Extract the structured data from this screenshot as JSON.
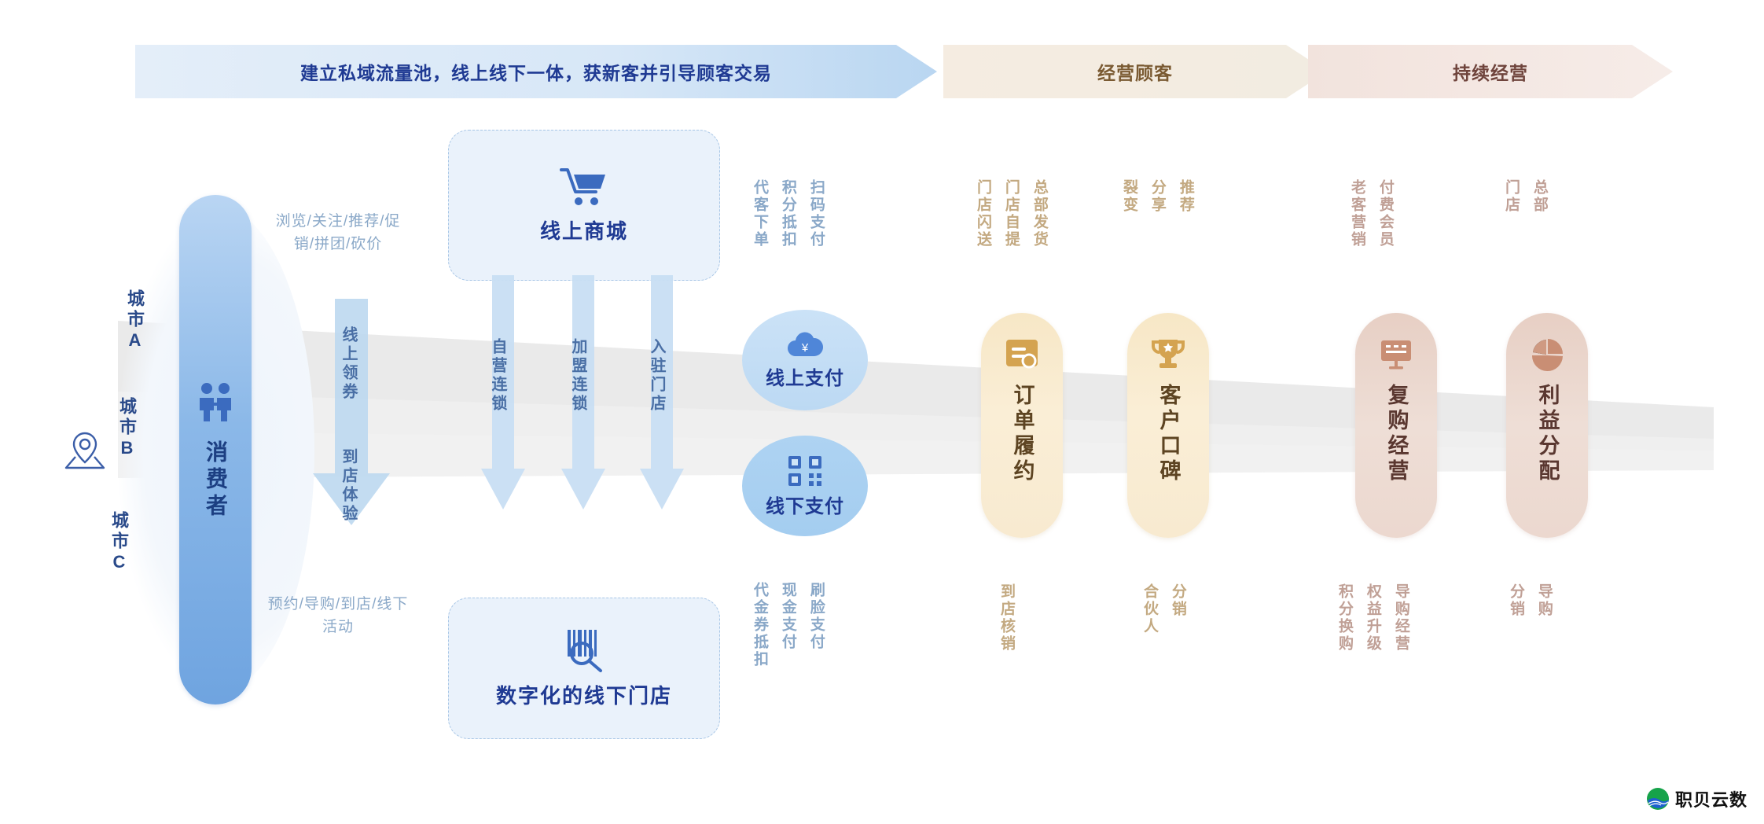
{
  "banners": [
    {
      "label": "建立私域流量池，线上线下一体，获新客并引导顾客交易",
      "color": "#1f3a93"
    },
    {
      "label": "经营顾客",
      "color": "#7a5a32"
    },
    {
      "label": "持续经营",
      "color": "#6f443c"
    }
  ],
  "left": {
    "pin_icon": "map-pin-icon",
    "cities": [
      "城市A",
      "城市B",
      "城市C"
    ],
    "consumer": {
      "icon": "two-people-icon",
      "label": "消费者"
    }
  },
  "connectors": {
    "top_path": "浏览/关注/推荐/促销/拼团/砍价",
    "bottom_path": "预约/导购/到店/线下活动",
    "arrow_top_label": "线上领券",
    "arrow_bottom_label": "到店体验"
  },
  "cards": {
    "mall": {
      "icon": "shopping-cart-icon",
      "title": "线上商城"
    },
    "store": {
      "icon": "barcode-scan-icon",
      "title": "数字化的线下门店"
    },
    "channel_arrows": [
      "自营连锁",
      "加盟连锁",
      "入驻门店"
    ]
  },
  "payment": {
    "top_tags": [
      "代客下单",
      "积分抵扣",
      "扫码支付"
    ],
    "bottom_tags": [
      "代金券抵扣",
      "现金支付",
      "刷脸支付"
    ],
    "online": {
      "icon": "cloud-yuan-icon",
      "title": "线上支付"
    },
    "offline": {
      "icon": "qr-code-icon",
      "title": "线下支付"
    }
  },
  "operate": [
    {
      "id": "order-fulfillment",
      "icon": "receipt-icon",
      "label": "订单履约",
      "top_tags": [
        "门店闪送",
        "门店自提",
        "总部发货"
      ],
      "bottom_tags": [
        "到店核销"
      ],
      "theme": "gold"
    },
    {
      "id": "customer-reputation",
      "icon": "trophy-icon",
      "label": "客户口碑",
      "top_tags": [
        "裂变",
        "分享",
        "推荐"
      ],
      "bottom_tags": [
        "合伙人",
        "分销"
      ],
      "theme": "gold"
    },
    {
      "id": "repurchase-operation",
      "icon": "billboard-icon",
      "label": "复购经营",
      "top_tags": [
        "老客营销",
        "付费会员"
      ],
      "bottom_tags": [
        "积分换购",
        "权益升级",
        "导购经营"
      ],
      "theme": "rose"
    },
    {
      "id": "profit-distribution",
      "icon": "pie-chart-icon",
      "label": "利益分配",
      "top_tags": [
        "门店",
        "总部"
      ],
      "bottom_tags": [
        "分销",
        "导购"
      ],
      "theme": "rose"
    }
  ],
  "logo": {
    "mark": "wave-circle-logo",
    "text": "职贝云数"
  },
  "colors": {
    "blue_primary": "#1f3a93",
    "blue_mid": "#6fa4e0",
    "blue_light": "#cbe2f7",
    "gold": "#d4a350",
    "rose": "#c98e74",
    "ribbon_grey": "#e3e3e3"
  }
}
